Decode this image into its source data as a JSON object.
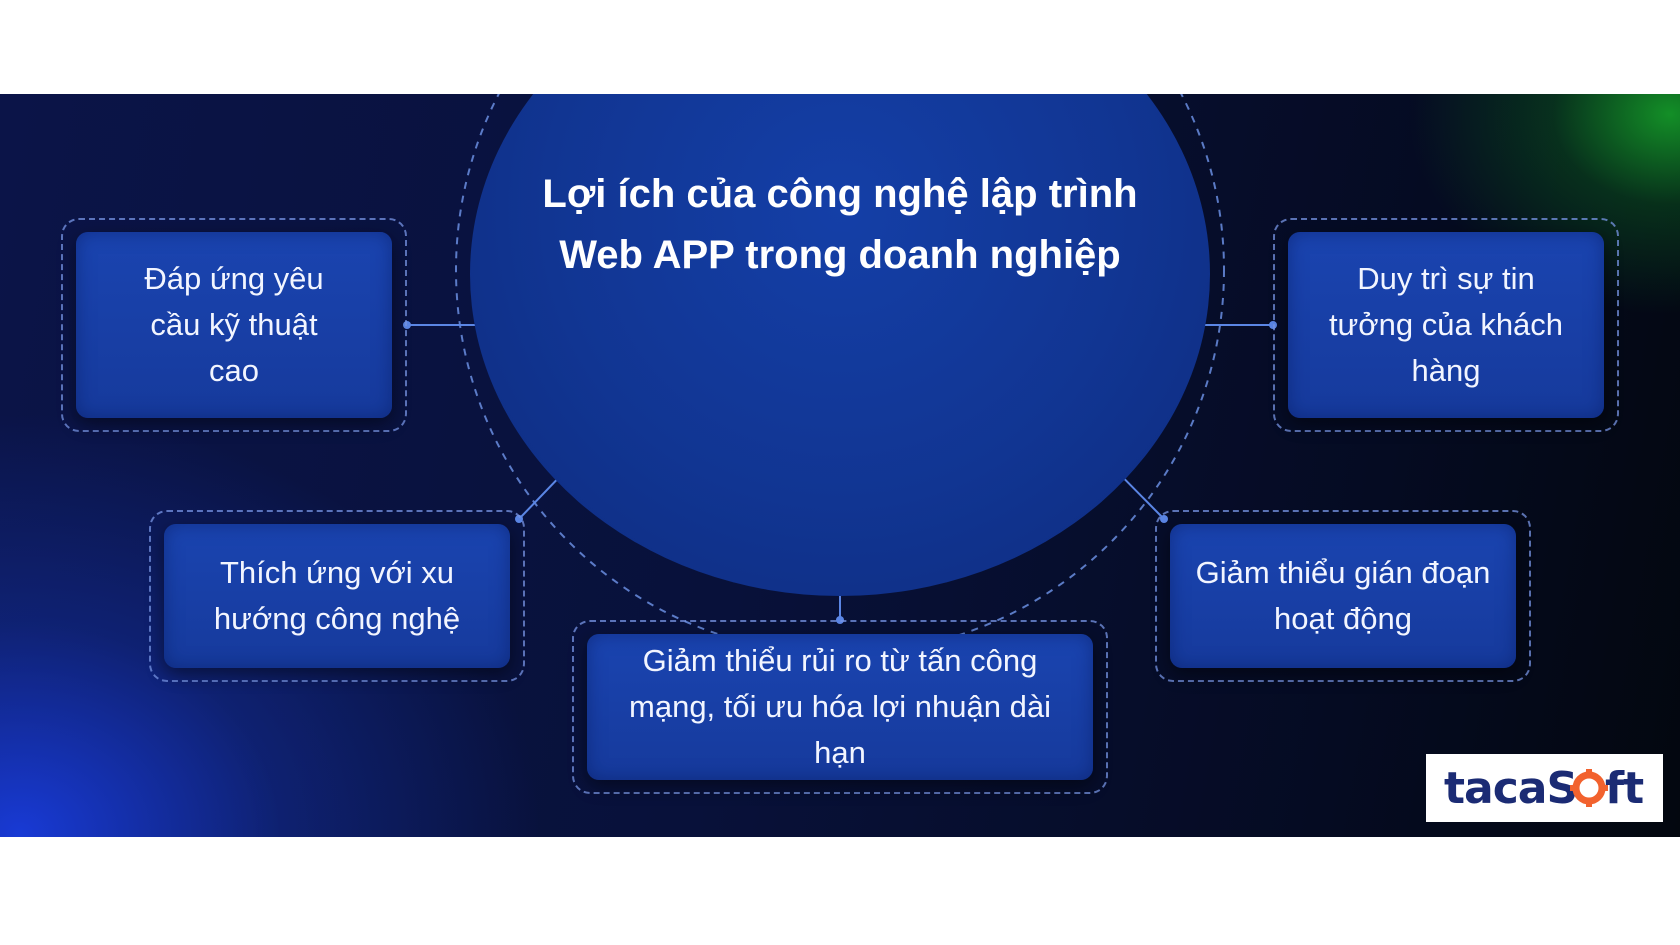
{
  "diagram": {
    "title": "Lợi ích của công nghệ lập trình Web APP trong doanh nghiệp",
    "nodes": [
      {
        "id": "top-left",
        "label": "Đáp ứng yêu cầu kỹ thuật cao"
      },
      {
        "id": "top-right",
        "label": "Duy trì sự tin tưởng của khách hàng"
      },
      {
        "id": "mid-left",
        "label": "Thích ứng với xu hướng công nghệ"
      },
      {
        "id": "mid-right",
        "label": "Giảm thiểu gián đoạn hoạt động"
      },
      {
        "id": "bottom",
        "label": "Giảm thiểu rủi ro từ tấn công mạng, tối ưu hóa lợi nhuận dài hạn"
      }
    ]
  },
  "brand": {
    "logo_text": "tacaSoft"
  },
  "colors": {
    "hub": "#113592",
    "node": "#1a44b0",
    "connector": "#5b86e5",
    "logo_text": "#1b2b74",
    "logo_accent": "#f2622e"
  }
}
